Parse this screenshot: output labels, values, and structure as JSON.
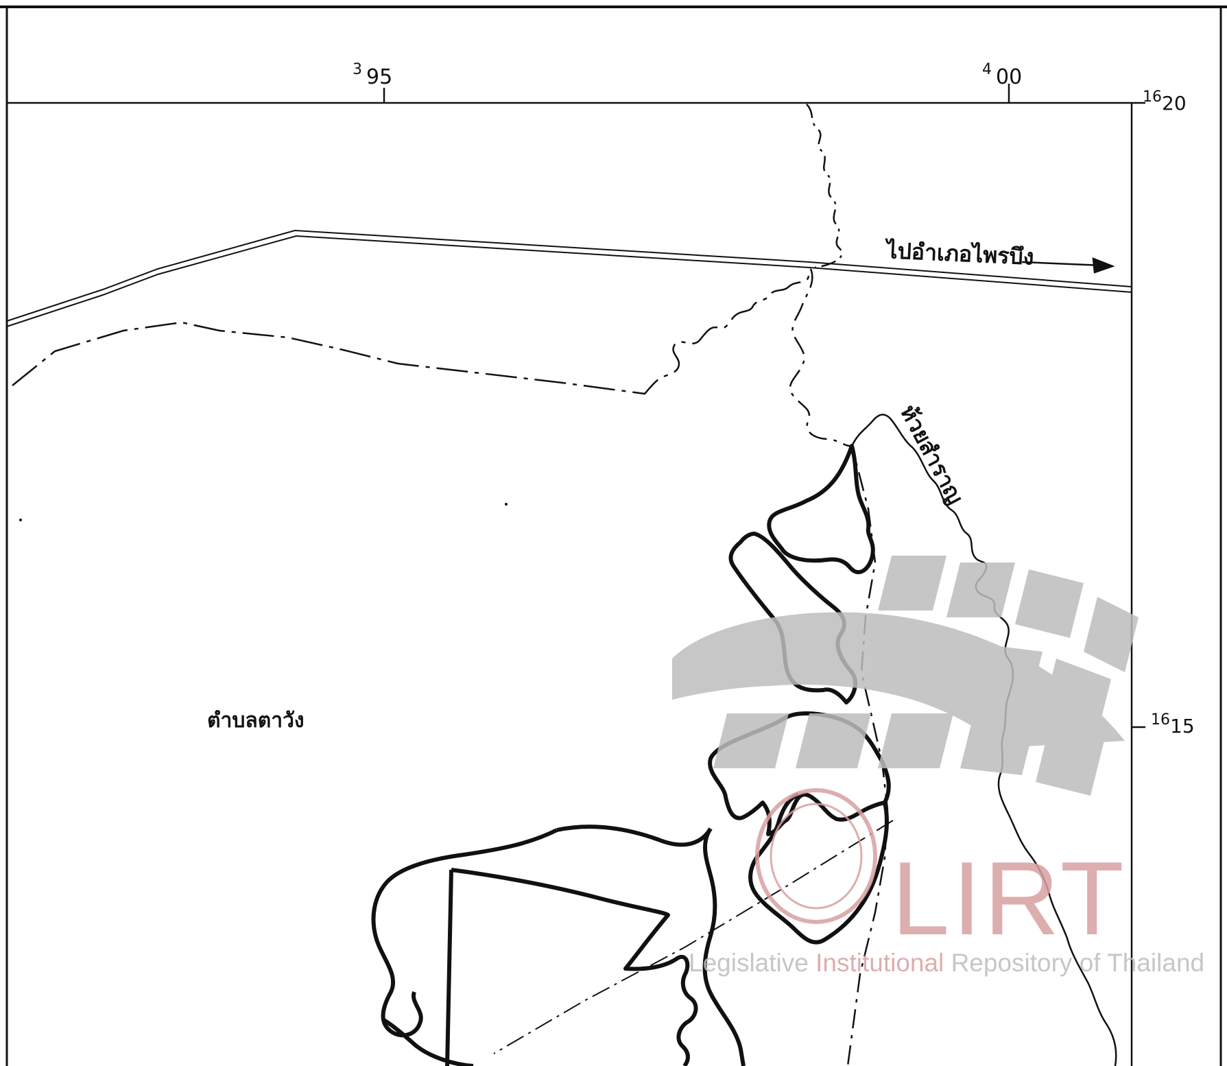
{
  "grid_labels": {
    "easting_395_sup": "3",
    "easting_395_main": "95",
    "easting_400_sup": "4",
    "easting_400_main": "00",
    "northing_1620_sup": "16",
    "northing_1620_main": "20",
    "northing_1615_sup": "16",
    "northing_1615_main": "15"
  },
  "place_labels": {
    "road_destination": "ไปอำเภอไพรบึง",
    "stream_name": "ห้วยสำราญ",
    "subdistrict": "ตำบลตาวัง"
  },
  "watermark": {
    "logo_text": "LIRT",
    "caption_legislative": "Legislative ",
    "caption_institutional": "Institutional ",
    "caption_repository": "Repository ",
    "caption_of": "of ",
    "caption_thailand": "Thailand",
    "colors": {
      "gray": "#bdbdbd",
      "red": "#d8a0a0"
    }
  },
  "colors": {
    "ink": "#111111",
    "paper": "#ffffff"
  }
}
